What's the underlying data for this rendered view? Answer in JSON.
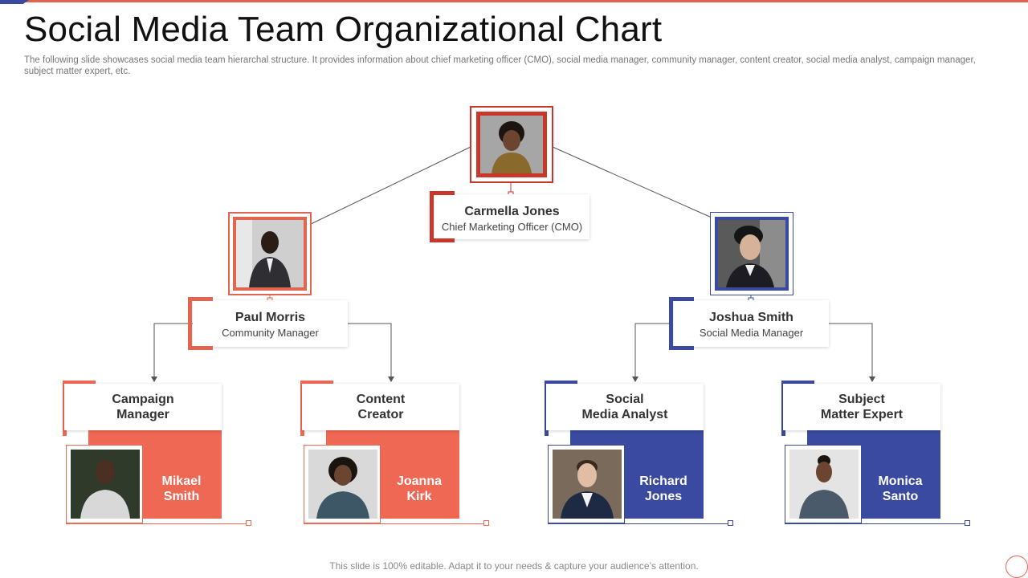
{
  "slide": {
    "title": "Social Media Team Organizational Chart",
    "subtitle": "The following slide showcases social media team hierarchal structure. It provides information about chief marketing officer (CMO),  social media manager, community manager, content creator, social media analyst, campaign manager, subject matter expert, etc.",
    "footer": "This slide is 100% editable. Adapt it to your needs & capture your audience’s attention."
  },
  "colors": {
    "red": "#e2654f",
    "dark_red": "#c8382a",
    "blue": "#3a4aa0"
  },
  "org": {
    "cmo": {
      "name": "Carmella Jones",
      "role": "Chief Marketing Officer (CMO)"
    },
    "community_manager": {
      "name": "Paul Morris",
      "role": "Community Manager"
    },
    "social_media_manager": {
      "name": "Joshua Smith",
      "role": "Social Media Manager"
    },
    "cards": [
      {
        "role": "Campaign Manager",
        "name": "Mikael Smith"
      },
      {
        "role": "Content Creator",
        "name": "Joanna Kirk"
      },
      {
        "role": "Social Media Analyst",
        "name": "Richard Jones"
      },
      {
        "role": "Subject Matter Expert",
        "name": "Monica Santo"
      }
    ]
  }
}
